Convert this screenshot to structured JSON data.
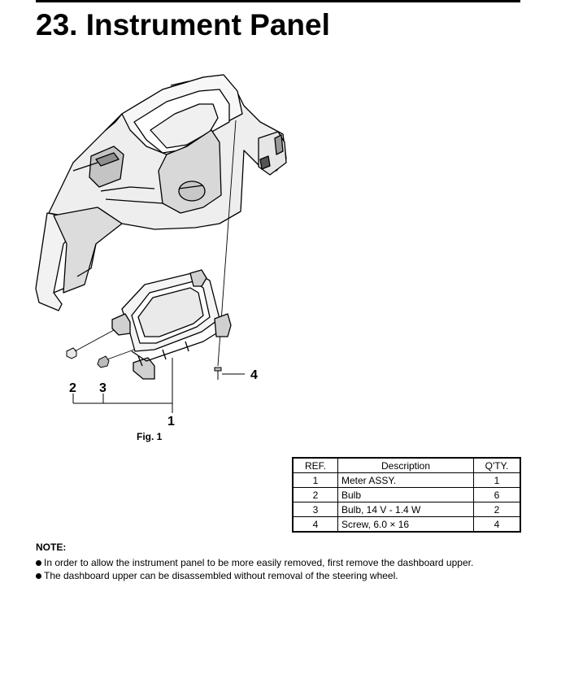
{
  "page": {
    "title": "23. Instrument Panel"
  },
  "figure": {
    "caption": "Fig. 1",
    "callouts": [
      "1",
      "2",
      "3",
      "4"
    ]
  },
  "parts_table": {
    "headers": {
      "ref": "REF.",
      "description": "Description",
      "qty": "Q'TY."
    },
    "rows": [
      {
        "ref": "1",
        "description": "Meter ASSY.",
        "qty": "1"
      },
      {
        "ref": "2",
        "description": "Bulb",
        "qty": "6"
      },
      {
        "ref": "3",
        "description": "Bulb, 14 V - 1.4 W",
        "qty": "2"
      },
      {
        "ref": "4",
        "description": "Screw, 6.0 × 16",
        "qty": "4"
      }
    ]
  },
  "note": {
    "title": "NOTE:",
    "items": [
      "In order to allow the instrument panel to be more easily removed, first remove the dashboard upper.",
      "The dashboard upper can be disassembled without removal of the steering wheel."
    ]
  }
}
